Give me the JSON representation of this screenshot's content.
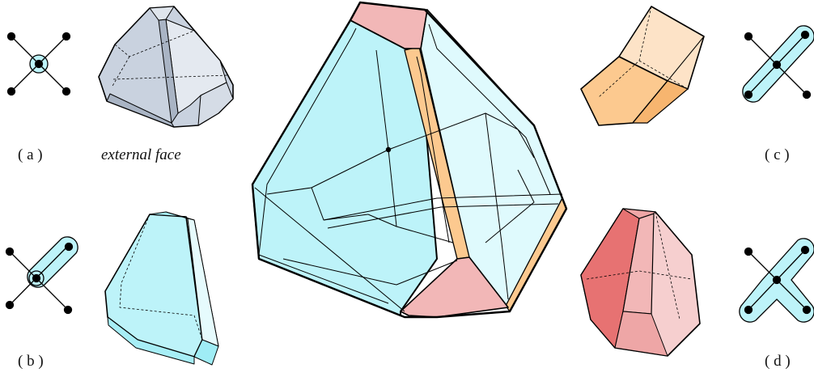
{
  "labels": {
    "a": "( a )",
    "b": "( b )",
    "c": "( c )",
    "d": "( d )",
    "external_face": "external face"
  },
  "colors": {
    "cyan": "#bdf3f9",
    "cyan_dark": "#8feaf4",
    "cyan_light": "#dffafd",
    "salmon": "#f2b7b7",
    "salmon_dark": "#e77272",
    "salmon_light": "#f6cfcf",
    "orange": "#fcc98f",
    "orange_light": "#fde3c7",
    "gray": "#c9d2df",
    "gray_dark": "#a9b4c4",
    "gray_light": "#e4e9f0",
    "line": "#000000"
  }
}
